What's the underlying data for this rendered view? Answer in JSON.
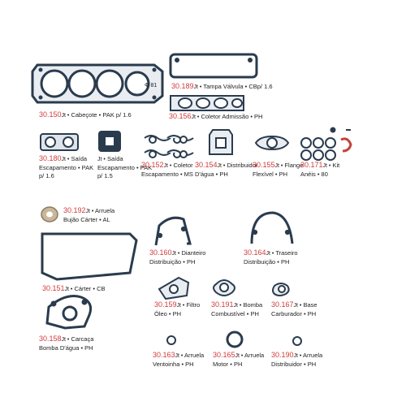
{
  "colors": {
    "code": "#d23a3a",
    "part": "#2a3b4d",
    "text": "#222222"
  },
  "items": [
    {
      "code": "30.150",
      "lines": [
        "Cabeçote • PAK p/ 1.6"
      ]
    },
    {
      "code": "30.189",
      "lines": [
        "Tampa Válvula • CBp/ 1.6"
      ]
    },
    {
      "code": "30.156",
      "lines": [
        "Coletor Admissão • PH"
      ]
    },
    {
      "code": "30.180",
      "lines": [
        "Saída",
        "Escapamento • PAK",
        "p/ 1.6"
      ]
    },
    {
      "code": "",
      "lines": [
        "Saída",
        "Escapamento • PAK",
        "p/ 1.5"
      ]
    },
    {
      "code": "30.152",
      "lines": [
        "Coletor",
        "Escapamento • MS"
      ]
    },
    {
      "code": "30.154",
      "lines": [
        "Distribuidor",
        "D'água • PH"
      ]
    },
    {
      "code": "30.155",
      "lines": [
        "Flange",
        "Flexível • PH"
      ]
    },
    {
      "code": "30.171",
      "lines": [
        "Kit",
        "Anéis • 80"
      ]
    },
    {
      "code": "30.192",
      "lines": [
        "Arruela",
        "Bujão Cárter • AL"
      ]
    },
    {
      "code": "30.151",
      "lines": [
        "Cárter • CB"
      ]
    },
    {
      "code": "30.160",
      "lines": [
        "Dianteiro",
        "Distribuição • PH"
      ]
    },
    {
      "code": "30.164",
      "lines": [
        "Traseiro",
        "Distribuição • PH"
      ]
    },
    {
      "code": "30.158",
      "lines": [
        "Carcaça",
        "Bomba D'água • PH"
      ]
    },
    {
      "code": "30.159",
      "lines": [
        "Filtro",
        "Óleo • PH"
      ]
    },
    {
      "code": "30.191",
      "lines": [
        "Bomba",
        "Combustível • PH"
      ]
    },
    {
      "code": "30.167",
      "lines": [
        "Base",
        "Carburador • PH"
      ]
    },
    {
      "code": "30.163",
      "lines": [
        "Arruela",
        "Ventoinha • PH"
      ]
    },
    {
      "code": "30.165",
      "lines": [
        "Arruela",
        "Motor • PH"
      ]
    },
    {
      "code": "30.190",
      "lines": [
        "Arruela",
        "Distribuidor • PH"
      ]
    }
  ],
  "jt_suffix": "Jt •",
  "bore_mark": "Φ 81"
}
